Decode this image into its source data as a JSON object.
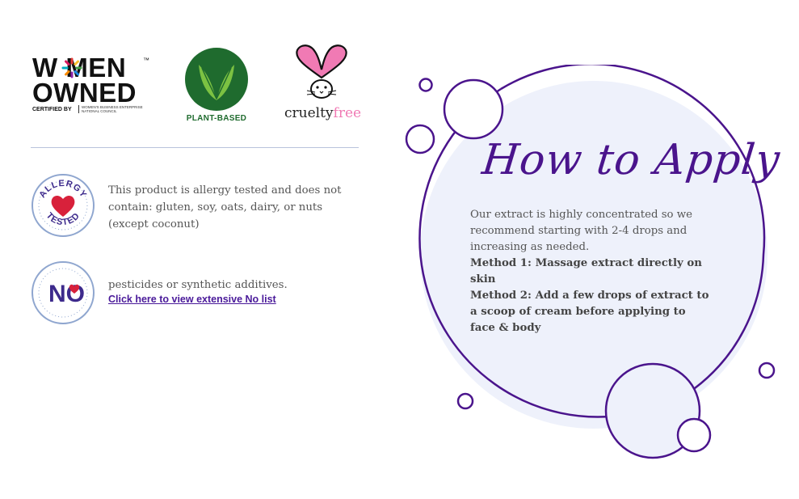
{
  "logos": {
    "women_owned": {
      "line1": "W  MEN",
      "line2": "OWNED",
      "tm": "™",
      "certified_by": "CERTIFIED BY",
      "council": "WOMEN'S BUSINESS ENTERPRISE NATIONAL COUNCIL",
      "icon": "multicolor-o-icon"
    },
    "plant_based": {
      "label": "PLANT-BASED",
      "icon": "leaf-v-icon",
      "color": "#1f6b2e"
    },
    "cruelty_free": {
      "word1": "cruelty",
      "word2": "free",
      "icon": "bunny-heart-icon",
      "color": "#f07ab4"
    }
  },
  "allergy": {
    "badge_top": "ALLERGY",
    "badge_bottom": "TESTED",
    "text": "This product is allergy tested and does not contain: gluten, soy, oats, dairy, or nuts (except coconut)"
  },
  "no_badge": {
    "badge_text": "NO",
    "text": "pesticides or synthetic additives.",
    "link": "Click here to view extensive No list"
  },
  "how_to_apply": {
    "title": "How to Apply",
    "intro": "Our extract is highly concentrated so we recommend starting with 2-4 drops and increasing as needed.",
    "method1": "Method 1: Massage extract directly on skin",
    "method2": "Method 2: Add a few drops of extract to a scoop of cream before applying to face & body"
  },
  "colors": {
    "accent": "#4a148c",
    "bubble_fill": "#eef1fb",
    "badge_ring": "#8fa6cf",
    "heart": "#d8213b"
  }
}
